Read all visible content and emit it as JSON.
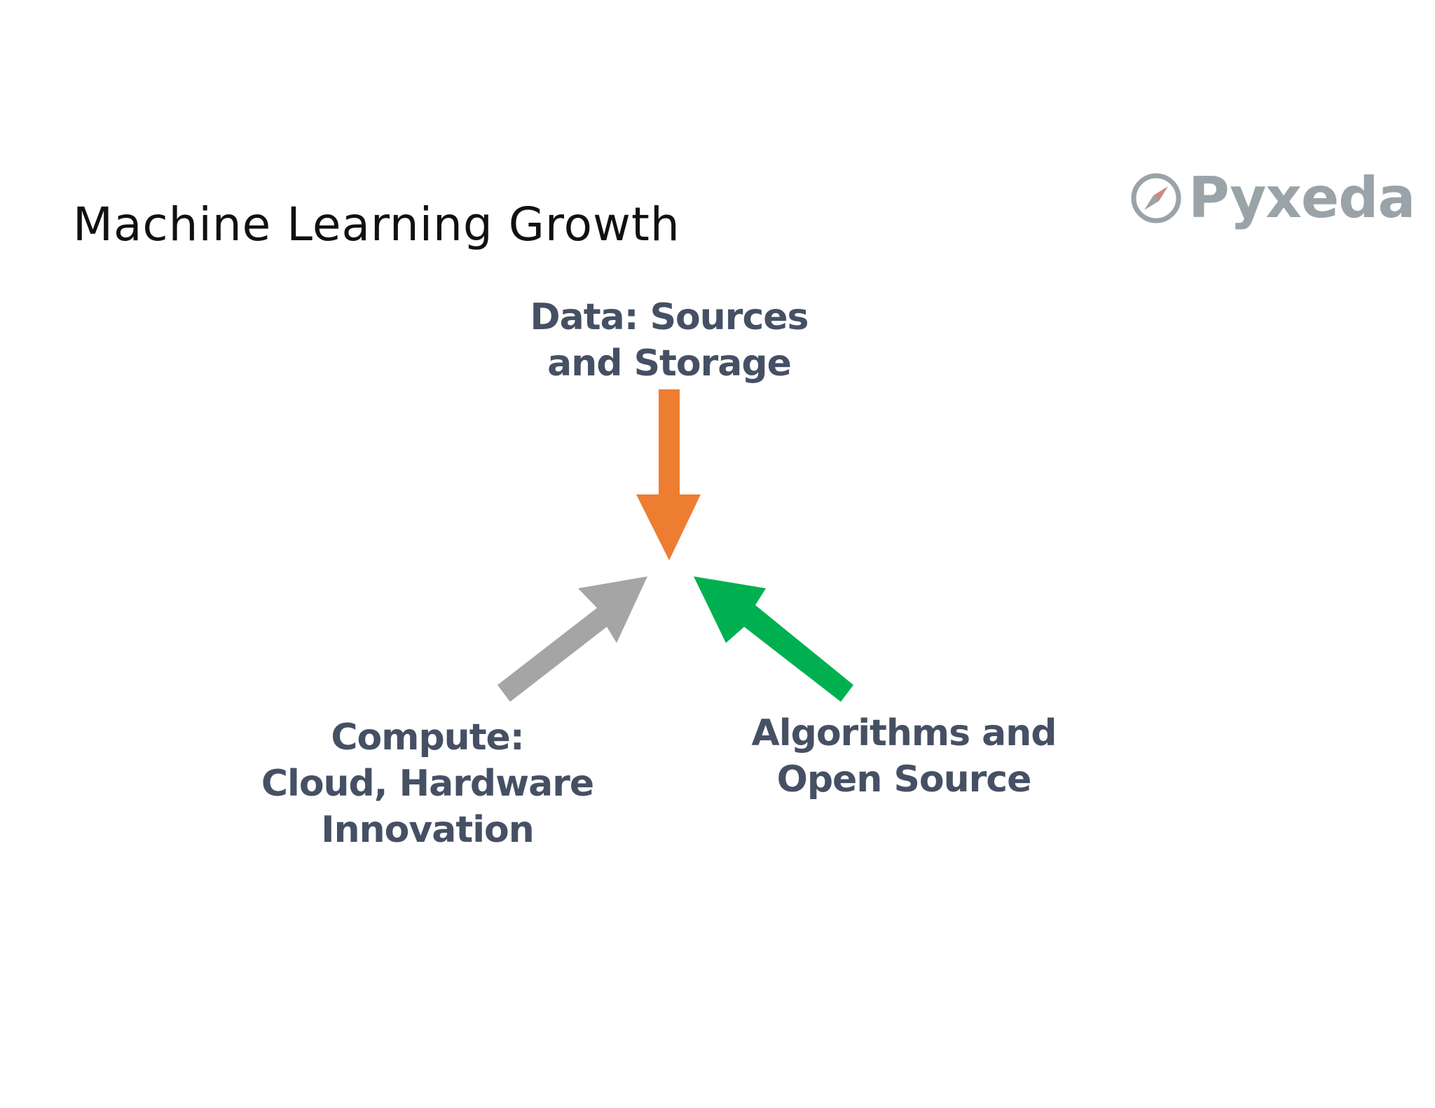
{
  "slide": {
    "title": "Machine Learning Growth",
    "background": "#ffffff"
  },
  "logo": {
    "icon": "compass-icon",
    "text": "Pyxeda",
    "color": "#9aa3a8"
  },
  "diagram": {
    "nodes": [
      {
        "id": "data",
        "lines": [
          "Data: Sources",
          "and Storage"
        ],
        "arrow_color": "#ed7d31"
      },
      {
        "id": "compute",
        "lines": [
          "Compute:",
          "Cloud, Hardware",
          "Innovation"
        ],
        "arrow_color": "#a5a5a5"
      },
      {
        "id": "algorithms",
        "lines": [
          "Algorithms and",
          "Open Source"
        ],
        "arrow_color": "#00b050"
      }
    ],
    "label_color": "#465064"
  }
}
